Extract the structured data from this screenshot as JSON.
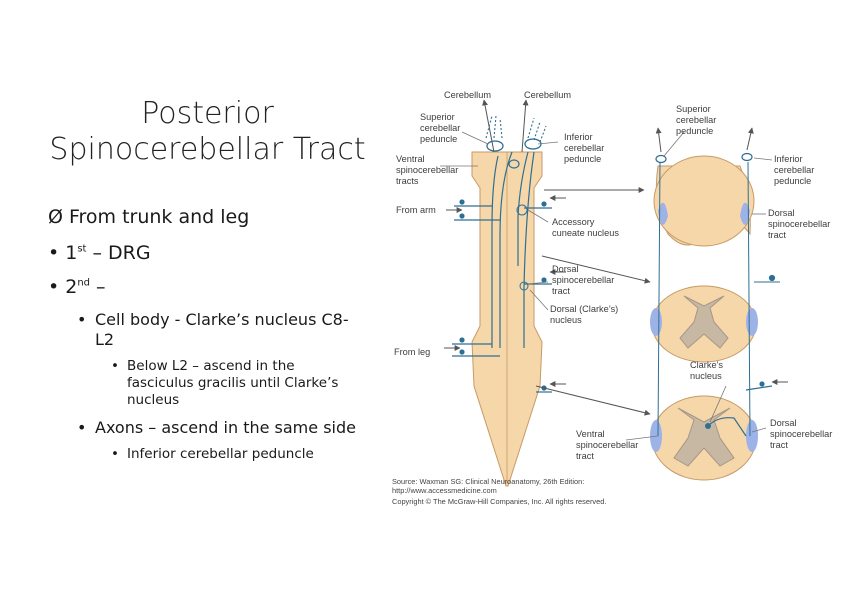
{
  "slide": {
    "title_line1": "Posterior",
    "title_line2": "Spinocerebellar Tract",
    "bullets": {
      "b1_marker": "Ø",
      "b1": "From trunk and leg",
      "b2_pre": "1",
      "b2_sup": "st",
      "b2_post": " – DRG",
      "b3_pre": "2",
      "b3_sup": "nd",
      "b3_post": " –",
      "b3a": "Cell body - Clarke’s nucleus C8-L2",
      "b3a1": "Below L2 – ascend in the fasciculus gracilis until Clarke’s nucleus",
      "b3b": "Axons – ascend in the same side",
      "b3b1": "Inferior cerebellar peduncle"
    }
  },
  "figure": {
    "labels": {
      "cerebellum_left": "Cerebellum",
      "cerebellum_right": "Cerebellum",
      "sup_ped_1": "Superior",
      "sup_ped_2": "cerebellar",
      "sup_ped_3": "peduncle",
      "inf_ped_1": "Inferior",
      "inf_ped_2": "cerebellar",
      "inf_ped_3": "peduncle",
      "ventral_1": "Ventral",
      "ventral_2": "spinocerebellar",
      "ventral_3": "tracts",
      "from_arm": "From arm",
      "accessory_1": "Accessory",
      "accessory_2": "cuneate nucleus",
      "dorsal_1": "Dorsal",
      "dorsal_2": "spinocerebellar",
      "dorsal_3": "tract",
      "clarke_1": "Dorsal (Clarke’s)",
      "clarke_2": "nucleus",
      "from_leg": "From leg",
      "ventral2_1": "Ventral",
      "ventral2_2": "spinocerebellar",
      "ventral2_3": "tract",
      "r_sup_1": "Superior",
      "r_sup_2": "cerebellar",
      "r_sup_3": "peduncle",
      "r_inf_1": "Inferior",
      "r_inf_2": "cerebellar",
      "r_inf_3": "peduncle",
      "r_dorsal_1": "Dorsal",
      "r_dorsal_2": "spinocerebellar",
      "r_dorsal_3": "tract",
      "r_clarke_1": "Clarke’s",
      "r_clarke_2": "nucleus",
      "r_dorsal2_1": "Dorsal",
      "r_dorsal2_2": "spinocerebellar",
      "r_dorsal2_3": "tract"
    },
    "caption_source": "Source: Waxman SG: Clinical Neuroanatomy, 26th Edition:",
    "caption_url": "http://www.accessmedicine.com",
    "caption_copyright": "Copyright © The McGraw-Hill Companies, Inc. All rights reserved.",
    "colors": {
      "cord": "#f5d7aa",
      "cord_edge": "#c89a66",
      "gray_matter": "#c7b8a4",
      "tract_blue": "#9db3e8",
      "neuron": "#2f6f93",
      "arrow": "#555555"
    }
  }
}
